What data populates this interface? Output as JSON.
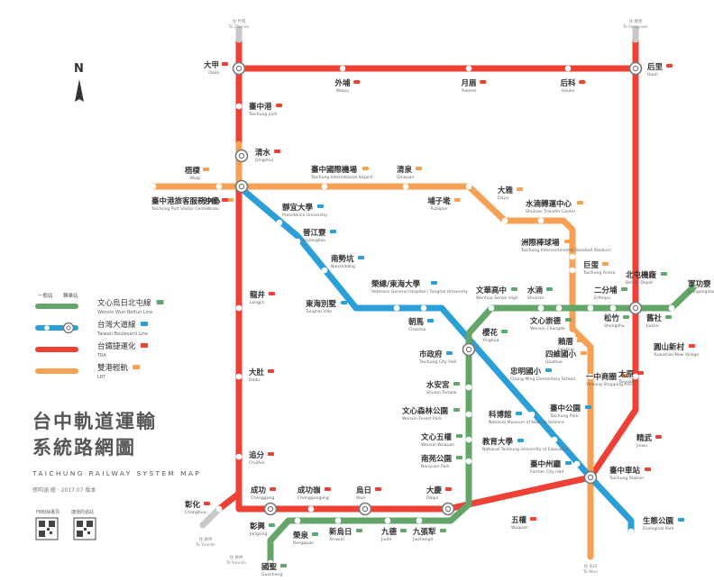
{
  "title_zh_line1": "台中軌道運輸",
  "title_zh_line2": "系統路網圖",
  "title_en": "TAICHUNG RAILWAY SYSTEM MAP",
  "credit": "張昀涵 繪 · 2017.07 版本",
  "qr_labels": [
    "FB粉絲專頁",
    "捷運的過站"
  ],
  "north_label": "N",
  "colors": {
    "tra": "#EE4035",
    "green": "#64A56A",
    "blue": "#2B9FD8",
    "lrt": "#F6A153",
    "grey": "#C8C8C8"
  },
  "legend": {
    "header_general": "一般站",
    "header_transfer": "轉乘站",
    "items": [
      {
        "zh": "文心烏日北屯線",
        "en": "Wenxin Wuri Beitun Line",
        "color": "#64A56A"
      },
      {
        "zh": "台灣大道線",
        "en": "Taiwan Boulevard Line",
        "color": "#2B9FD8"
      },
      {
        "zh": "台鐵捷運化",
        "en": "TRA",
        "color": "#EE4035"
      },
      {
        "zh": "雙港輕軌",
        "en": "LRT",
        "color": "#F6A153"
      }
    ]
  },
  "termini": [
    {
      "zh": "往 竹南",
      "en": "To Zhunan"
    },
    {
      "zh": "往 豐原",
      "en": "To Fengyuan"
    },
    {
      "zh": "往 員林",
      "en": "To Yuanlin"
    },
    {
      "zh": "往 員林",
      "en": "To Yuanlin"
    },
    {
      "zh": "往 烏日",
      "en": "To Wuri"
    }
  ],
  "stations": [
    {
      "zh": "大甲",
      "en": "Dajia"
    },
    {
      "zh": "外埔",
      "en": "Waipu"
    },
    {
      "zh": "月眉",
      "en": "Yuemei"
    },
    {
      "zh": "后科",
      "en": "Houke"
    },
    {
      "zh": "后里",
      "en": "Houli"
    },
    {
      "zh": "臺中港",
      "en": "Taichung port"
    },
    {
      "zh": "清水",
      "en": "Qingshui"
    },
    {
      "zh": "梧棲",
      "en": "Wuqi"
    },
    {
      "zh": "臺中港旅客服務中心",
      "en": "Taichung Port Visitor Center"
    },
    {
      "zh": "沙鹿",
      "en": "Shalu"
    },
    {
      "zh": "臺中國際機場",
      "en": "Taichung International Airport"
    },
    {
      "zh": "清泉",
      "en": "Qinquan"
    },
    {
      "zh": "埔子墘",
      "en": "Puziqian"
    },
    {
      "zh": "大雅",
      "en": "Daya"
    },
    {
      "zh": "水湳轉運中心",
      "en": "Shuinan Transfer Center"
    },
    {
      "zh": "洲際棒球場",
      "en": "Taichung Intercontinental Baseball Stadium"
    },
    {
      "zh": "巨蛋",
      "en": "Taichung Arena"
    },
    {
      "zh": "靜宜大學",
      "en": "Providence University"
    },
    {
      "zh": "晉江寮",
      "en": "Jinjiangliao"
    },
    {
      "zh": "南勢坑",
      "en": "Nanshikang"
    },
    {
      "zh": "龍井",
      "en": "Longjin"
    },
    {
      "zh": "東海別墅",
      "en": "Tunghai Villa"
    },
    {
      "zh": "榮總/東海大學",
      "en": "Veterans General Hospital / Tunghai University"
    },
    {
      "zh": "文華高中",
      "en": "Wenhua Senior High"
    },
    {
      "zh": "水湳",
      "en": "Shuinan"
    },
    {
      "zh": "二分埔",
      "en": "Erfenpu"
    },
    {
      "zh": "北屯機廠",
      "en": "Beitun Depot"
    },
    {
      "zh": "軍功寮",
      "en": "Jyungongliao"
    },
    {
      "zh": "朝馬",
      "en": "Chaoma"
    },
    {
      "zh": "櫻花",
      "en": "Yinghua"
    },
    {
      "zh": "文心崇德",
      "en": "Wenxin Chongde"
    },
    {
      "zh": "松竹",
      "en": "Shongzhu"
    },
    {
      "zh": "舊社",
      "en": "Jiushe"
    },
    {
      "zh": "市政府",
      "en": "Taichung City Hall"
    },
    {
      "zh": "四維國小",
      "en": "Qiuzhuo"
    },
    {
      "zh": "賴厝",
      "en": "Laichuo"
    },
    {
      "zh": "圓山新村",
      "en": "Yuanshan New Village"
    },
    {
      "zh": "大肚",
      "en": "Dadu"
    },
    {
      "zh": "忠明國小",
      "en": "Chung Ming Elementary School"
    },
    {
      "zh": "一中商圈",
      "en": "Yizhong Shopping Area"
    },
    {
      "zh": "太原",
      "en": "Taiyuan"
    },
    {
      "zh": "水安宮",
      "en": "Shuian Temple"
    },
    {
      "zh": "文心森林公園",
      "en": "Wenxin Forest Park"
    },
    {
      "zh": "科博館",
      "en": "National Museum of Natural Science"
    },
    {
      "zh": "臺中公園",
      "en": "Taichung Park"
    },
    {
      "zh": "精武",
      "en": "Jinwu"
    },
    {
      "zh": "文心五權",
      "en": "Wenxin Wuquan"
    },
    {
      "zh": "教育大學",
      "en": "National Taichung University of Education"
    },
    {
      "zh": "南苑公園",
      "en": "Nanyuan Park"
    },
    {
      "zh": "臺中州廳",
      "en": "Former City Hall"
    },
    {
      "zh": "臺中車站",
      "en": "Taichung Station"
    },
    {
      "zh": "追分",
      "en": "Chuifen"
    },
    {
      "zh": "大慶",
      "en": "Daqin"
    },
    {
      "zh": "彰化",
      "en": "Changhua"
    },
    {
      "zh": "成功",
      "en": "Chenggong"
    },
    {
      "zh": "成功嶺",
      "en": "Chenggongling"
    },
    {
      "zh": "烏日",
      "en": "Wuri"
    },
    {
      "zh": "五權",
      "en": "Wuquan"
    },
    {
      "zh": "生態公園",
      "en": "Ecological Park"
    },
    {
      "zh": "彰興",
      "en": "Jangsing"
    },
    {
      "zh": "榮泉",
      "en": "Rongquan"
    },
    {
      "zh": "新烏日",
      "en": "Xinwuri"
    },
    {
      "zh": "九德",
      "en": "Jiude"
    },
    {
      "zh": "九張犁",
      "en": "Jiuzhangli"
    },
    {
      "zh": "國聖",
      "en": "Guosheng"
    }
  ]
}
